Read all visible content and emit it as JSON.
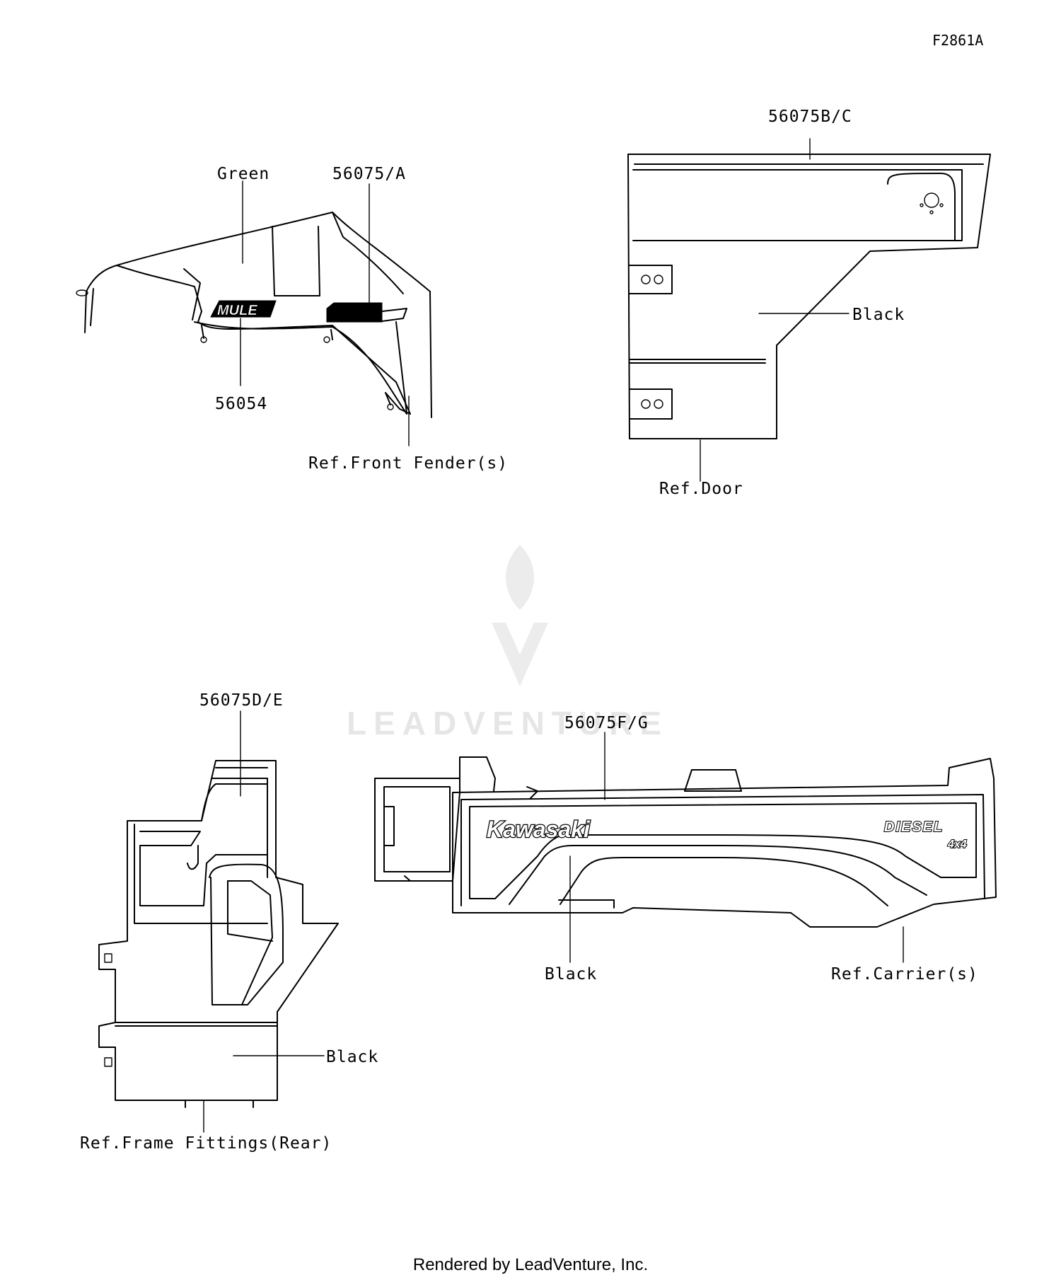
{
  "diagram_code": "F2861A",
  "watermark": {
    "brand": "LEADVENTURE",
    "icon": "leadventure-flame-logo-icon"
  },
  "footer": "Rendered by LeadVenture, Inc.",
  "callouts": {
    "fender_color": "Green",
    "fender_decal": "56075/A",
    "fender_logo_decal": "56054",
    "fender_ref": "Ref.Front Fender(s)",
    "door_decal": "56075B/C",
    "door_color": "Black",
    "door_ref": "Ref.Door",
    "rear_decal": "56075D/E",
    "rear_color": "Black",
    "rear_ref": "Ref.Frame Fittings(Rear)",
    "carrier_decal": "56075F/G",
    "carrier_color": "Black",
    "carrier_ref": "Ref.Carrier(s)"
  },
  "decal_text": {
    "mule_logo": "MULE",
    "kawasaki_logo": "Kawasaki",
    "diesel_logo": "DIESEL",
    "fourbyfour_logo": "4x4"
  }
}
